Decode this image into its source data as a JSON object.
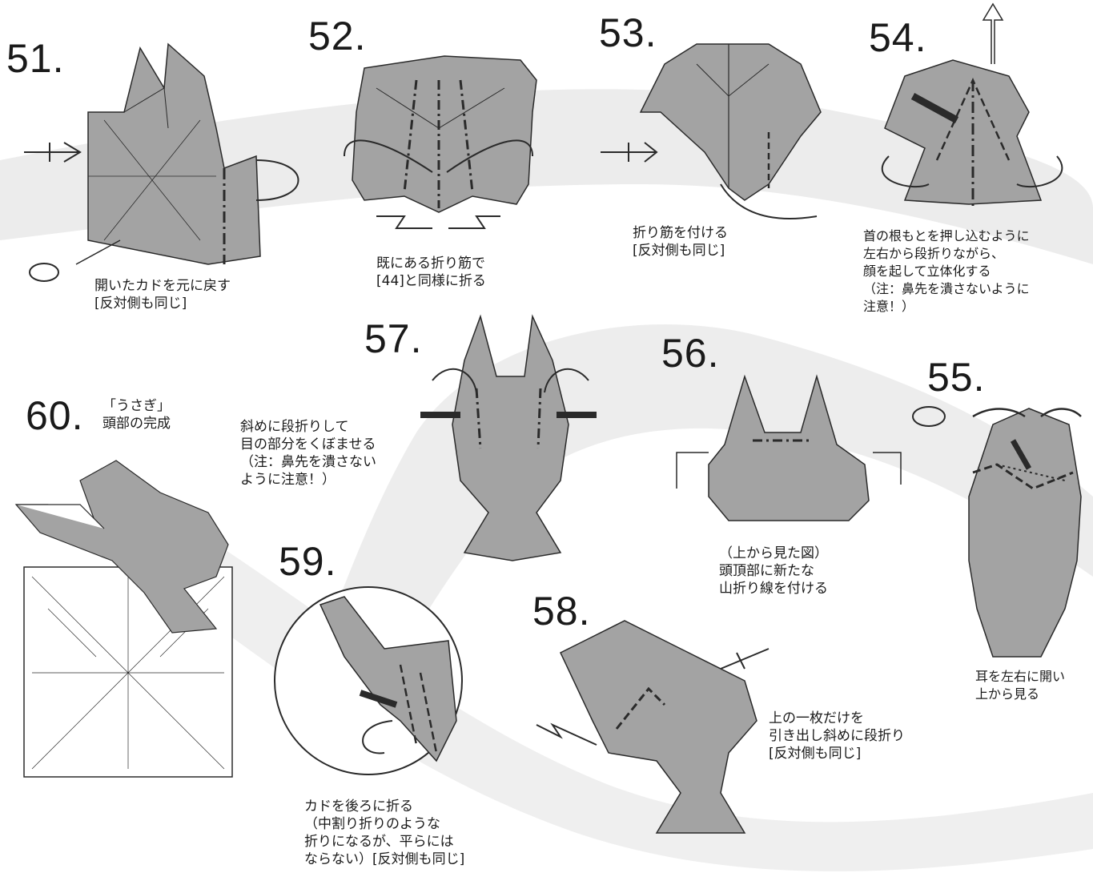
{
  "steps": [
    {
      "num": "51.",
      "caption": [
        "開いたカドを元に戻す",
        "[反対側も同じ]"
      ]
    },
    {
      "num": "52.",
      "caption": [
        "既にある折り筋で",
        "[44]と同様に折る"
      ]
    },
    {
      "num": "53.",
      "caption": [
        "折り筋を付ける",
        "[反対側も同じ]"
      ]
    },
    {
      "num": "54.",
      "caption": [
        "首の根もとを押し込むように",
        "左右から段折りながら、",
        "顔を起して立体化する",
        "（注：鼻先を潰さないように",
        "注意！）"
      ]
    },
    {
      "num": "55.",
      "caption": [
        "耳を左右に開い",
        "上から見る"
      ]
    },
    {
      "num": "56.",
      "caption": [
        "（上から見た図）",
        "頭頂部に新たな",
        "山折り線を付ける"
      ]
    },
    {
      "num": "57.",
      "caption": [
        "斜めに段折りして",
        "目の部分をくぼませる",
        "（注：鼻先を潰さない",
        "ように注意！）"
      ]
    },
    {
      "num": "58.",
      "caption": [
        "上の一枚だけを",
        "引き出し斜めに段折り",
        "[反対側も同じ]"
      ]
    },
    {
      "num": "59.",
      "caption": [
        "カドを後ろに折る",
        "（中割り折りのような",
        "折りになるが、平らには",
        "ならない）[反対側も同じ]"
      ]
    },
    {
      "num": "60.",
      "caption": [
        "「うさぎ」",
        "頭部の完成"
      ]
    }
  ],
  "colors": {
    "paper": "#a3a3a3",
    "paper_dark": "#8c8c8c",
    "band": "#e9e9e9",
    "line": "#2a2a2a"
  }
}
